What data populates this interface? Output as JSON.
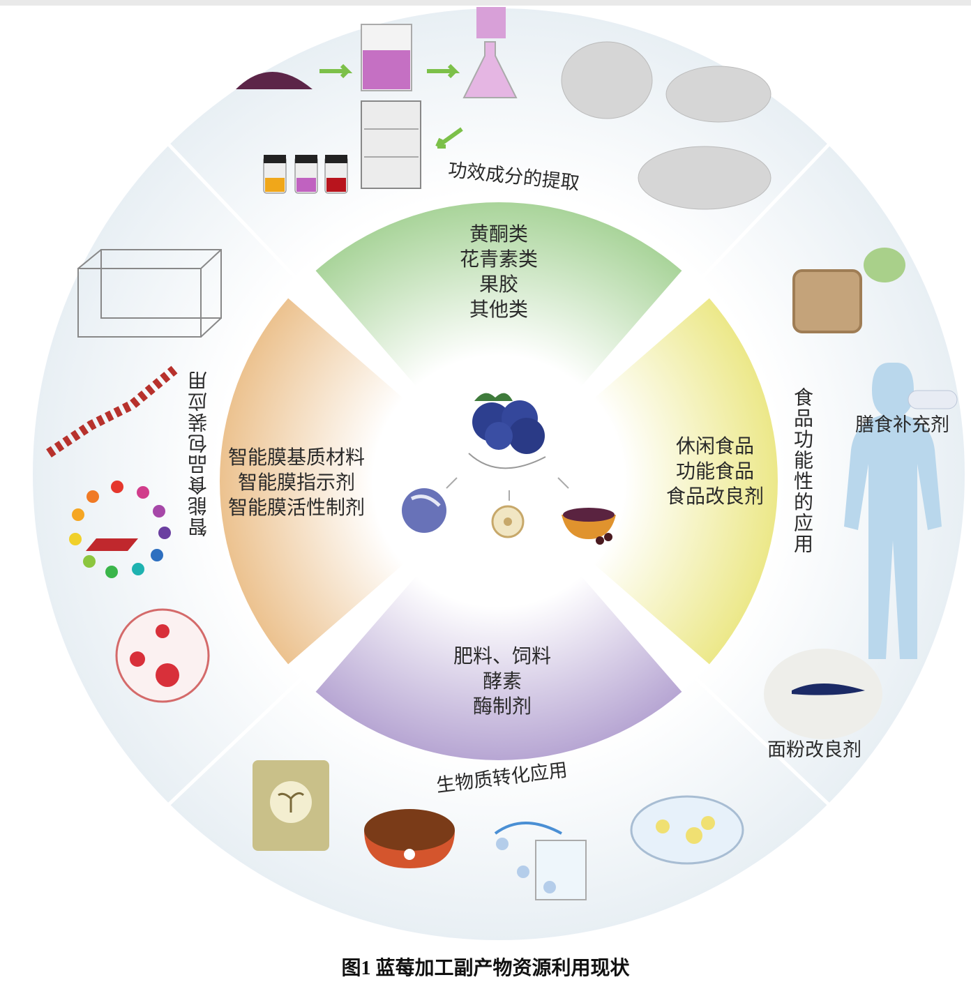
{
  "colors": {
    "extraction": "#a9d49a",
    "food": "#ece889",
    "biomass": "#b7a6d3",
    "packaging": "#ecc28f",
    "outer_ring": "#eef3f6",
    "blueberry": "#2d3f8f"
  },
  "sections": {
    "extraction": {
      "title": "功效成分的提取",
      "items": [
        "黄酮类",
        "花青素类",
        "果胶",
        "其他类"
      ]
    },
    "food": {
      "title": "食品功能性的应用",
      "items": [
        "休闲食品",
        "功能食品",
        "食品改良剂"
      ],
      "dietary_supplement": "膳食补充剂",
      "flour_improver": "面粉改良剂"
    },
    "biomass": {
      "title": "生物质转化应用",
      "items": [
        "肥料、饲料",
        "酵素",
        "酶制剂"
      ]
    },
    "packaging": {
      "title": "智能食品包装应用",
      "items": [
        "智能膜基质材料",
        "智能膜指示剂",
        "智能膜活性制剂"
      ]
    }
  },
  "icons": [
    "blueberry-icon",
    "berry-skin-icon",
    "seed-icon",
    "pomace-powder-icon",
    "powder-pile-icon",
    "beaker-icon",
    "flask-icon",
    "hplc-icon",
    "vials-icon",
    "molecule-icon",
    "biscuit-icon",
    "candy-icon",
    "human-body-icon",
    "capsule-icon",
    "flour-icon",
    "petri-dish-icon",
    "water-beaker-icon",
    "pet-bowl-icon",
    "fertilizer-bag-icon",
    "film-box-icon",
    "color-wheel-icon"
  ],
  "caption": "图1 蓝莓加工副产物资源利用现状"
}
